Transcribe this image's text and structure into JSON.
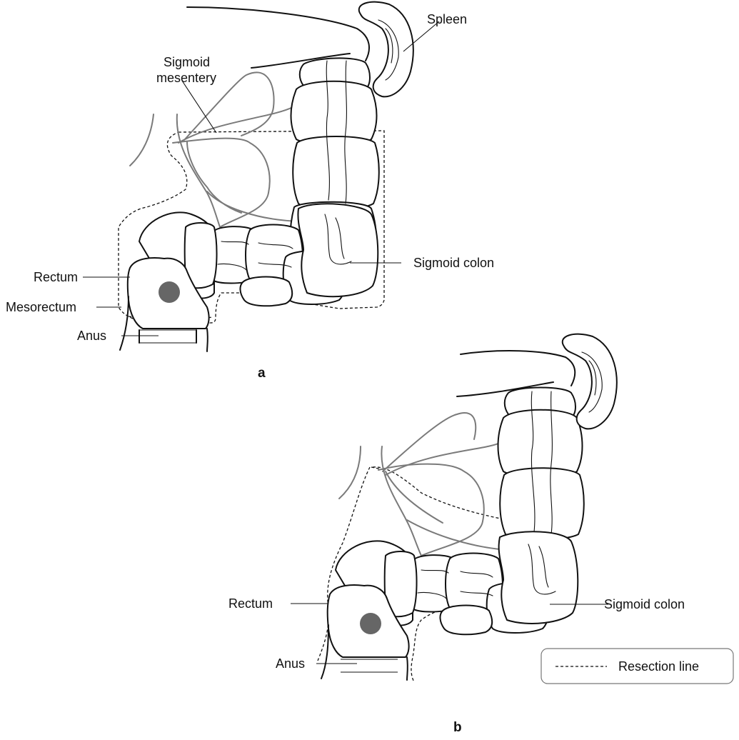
{
  "panels": [
    {
      "letter": "a",
      "labels": {
        "spleen": "Spleen",
        "sigmoid_mesentery_line1": "Sigmoid",
        "sigmoid_mesentery_line2": "mesentery",
        "rectum": "Rectum",
        "mesorectum": "Mesorectum",
        "anus": "Anus",
        "sigmoid_colon": "Sigmoid colon"
      }
    },
    {
      "letter": "b",
      "labels": {
        "rectum": "Rectum",
        "anus": "Anus",
        "sigmoid_colon": "Sigmoid colon"
      }
    }
  ],
  "legend": {
    "resection_line": "Resection line"
  },
  "colors": {
    "outline": "#111111",
    "vessel": "#7a7a7a",
    "tumor": "#666666"
  }
}
